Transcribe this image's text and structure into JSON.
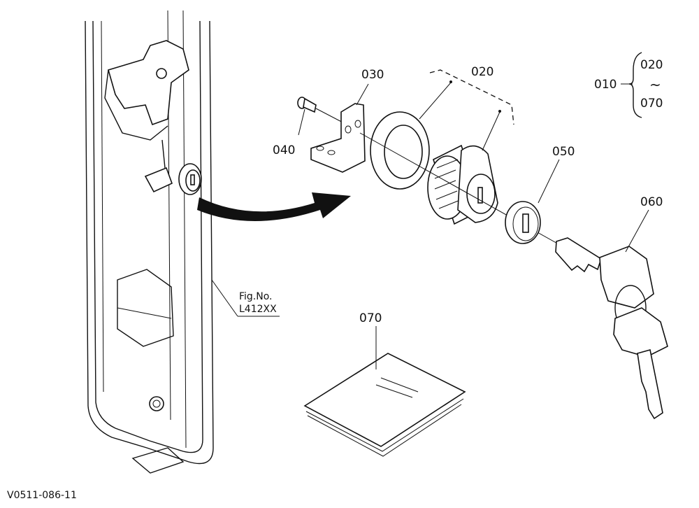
{
  "diagram": {
    "fig_no_line1": "Fig.No.",
    "fig_no_line2": "L412XX",
    "footer_code": "V0511-086-11",
    "parts": {
      "p010": "010",
      "p020": "020",
      "p030": "030",
      "p040": "040",
      "p050": "050",
      "p060": "060",
      "p070": "070"
    },
    "range": {
      "from": "020",
      "tilde": "~",
      "to": "070"
    }
  }
}
